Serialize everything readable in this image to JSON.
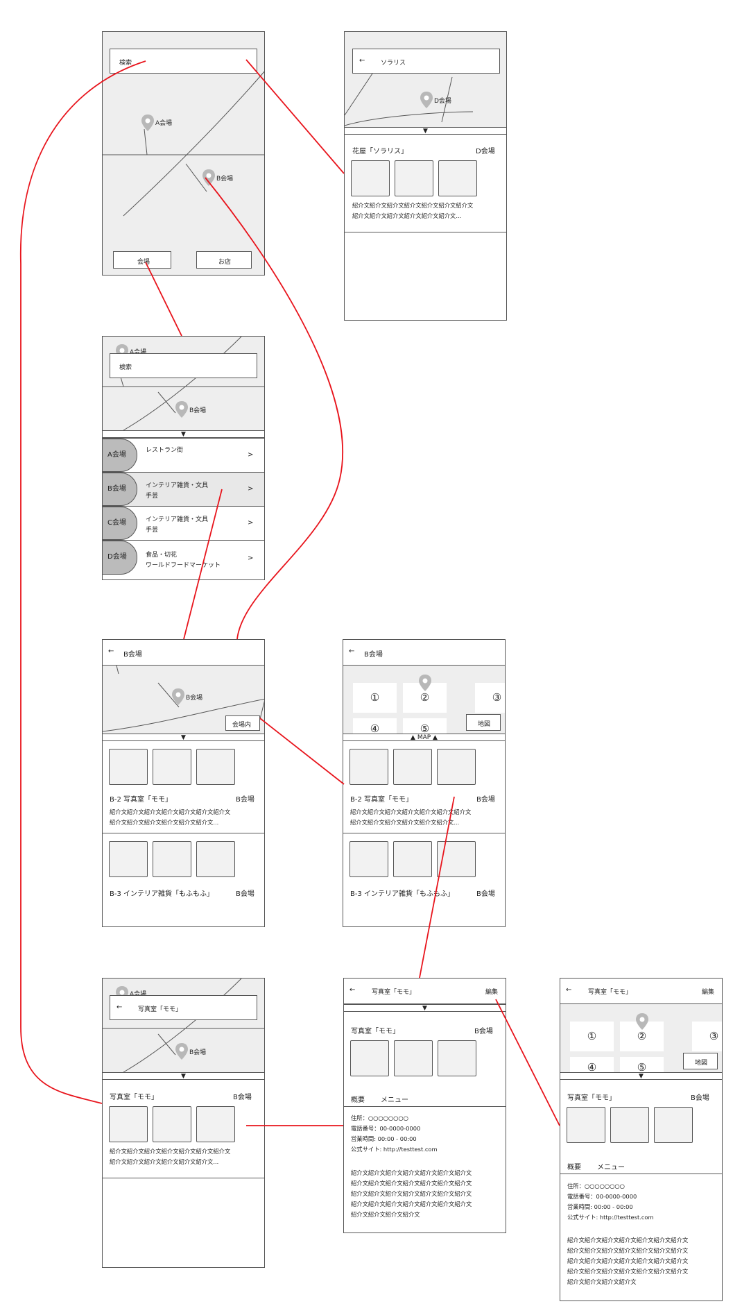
{
  "screen1": {
    "search": "検索",
    "pin_a": "A会場",
    "pin_b": "B会場",
    "btn_venue": "会場",
    "btn_shop": "お店"
  },
  "screen2": {
    "back": "←",
    "title": "ソラリス",
    "pin_d": "D会場",
    "arrow": "▼",
    "shop_name": "花屋「ソラリス」",
    "venue": "D会場",
    "desc1": "紹介文紹介文紹介文紹介文紹介文紹介文紹介文",
    "desc2": "紹介文紹介文紹介文紹介文紹介文紹介文..."
  },
  "screen3": {
    "pin_a": "A会場",
    "search": "検索",
    "pin_b": "B会場",
    "arrow": "▼",
    "rows": [
      {
        "tag": "A会場",
        "line1": "レストラン街",
        "line2": "",
        "chev": ">"
      },
      {
        "tag": "B会場",
        "line1": "インテリア雑貨・文具",
        "line2": "手芸",
        "chev": ">"
      },
      {
        "tag": "C会場",
        "line1": "インテリア雑貨・文具",
        "line2": "手芸",
        "chev": ">"
      },
      {
        "tag": "D会場",
        "line1": "食品・切花",
        "line2": "ワールドフードマーケット",
        "chev": ">"
      }
    ]
  },
  "screen4": {
    "back": "←",
    "title": "B会場",
    "pin_b": "B会場",
    "inside_btn": "会場内",
    "arrow": "▼",
    "item1_name": "B-2 写真室「モモ」",
    "item1_venue": "B会場",
    "desc1": "紹介文紹介文紹介文紹介文紹介文紹介文紹介文",
    "desc2": "紹介文紹介文紹介文紹介文紹介文紹介文...",
    "item2_name": "B-3 インテリア雑貨「もふもふ」",
    "item2_venue": "B会場"
  },
  "screen5": {
    "back": "←",
    "title": "B会場",
    "cells": [
      "①",
      "②",
      "③",
      "④",
      "⑤"
    ],
    "map_btn": "地図",
    "map_bar": "▲ MAP ▲",
    "item1_name": "B-2 写真室「モモ」",
    "item1_venue": "B会場",
    "desc1": "紹介文紹介文紹介文紹介文紹介文紹介文紹介文",
    "desc2": "紹介文紹介文紹介文紹介文紹介文紹介文...",
    "item2_name": "B-3 インテリア雑貨「もふもふ」",
    "item2_venue": "B会場"
  },
  "screen6": {
    "pin_a": "A会場",
    "back": "←",
    "title": "写真室「モモ」",
    "pin_b": "B会場",
    "arrow": "▼",
    "shop_name": "写真室「モモ」",
    "venue": "B会場",
    "desc1": "紹介文紹介文紹介文紹介文紹介文紹介文紹介文",
    "desc2": "紹介文紹介文紹介文紹介文紹介文紹介文..."
  },
  "screen7": {
    "back": "←",
    "title": "写真室「モモ」",
    "edit": "編集",
    "arrow": "▼",
    "shop_name": "写真室「モモ」",
    "venue": "B会場",
    "tab_overview": "概要",
    "tab_menu": "メニュー",
    "address": "住所：○○○○○○○○",
    "phone": "電話番号：00-0000-0000",
    "hours": "営業時間: 00:00 - 00:00",
    "site": "公式サイト: http://testtest.com",
    "long_desc": [
      "紹介文紹介文紹介文紹介文紹介文紹介文紹介文",
      "紹介文紹介文紹介文紹介文紹介文紹介文紹介文",
      "紹介文紹介文紹介文紹介文紹介文紹介文紹介文",
      "紹介文紹介文紹介文紹介文紹介文紹介文紹介文",
      "紹介文紹介文紹介文紹介文"
    ]
  },
  "screen8": {
    "back": "←",
    "title": "写真室「モモ」",
    "edit": "編集",
    "cells": [
      "①",
      "②",
      "③",
      "④",
      "⑤"
    ],
    "map_btn": "地図",
    "arrow": "▼",
    "shop_name": "写真室「モモ」",
    "venue": "B会場",
    "tab_overview": "概要",
    "tab_menu": "メニュー",
    "address": "住所：○○○○○○○○",
    "phone": "電話番号：00-0000-0000",
    "hours": "営業時間: 00:00 - 00:00",
    "site": "公式サイト: http://testtest.com",
    "long_desc": [
      "紹介文紹介文紹介文紹介文紹介文紹介文紹介文",
      "紹介文紹介文紹介文紹介文紹介文紹介文紹介文",
      "紹介文紹介文紹介文紹介文紹介文紹介文紹介文",
      "紹介文紹介文紹介文紹介文紹介文紹介文紹介文",
      "紹介文紹介文紹介文紹介文"
    ]
  },
  "colors": {
    "connector": "#e8141c",
    "map_bg": "#eeeeee",
    "tag_bg": "#bbbbbb",
    "pin": "#b8b8b8",
    "stroke": "#555555"
  }
}
